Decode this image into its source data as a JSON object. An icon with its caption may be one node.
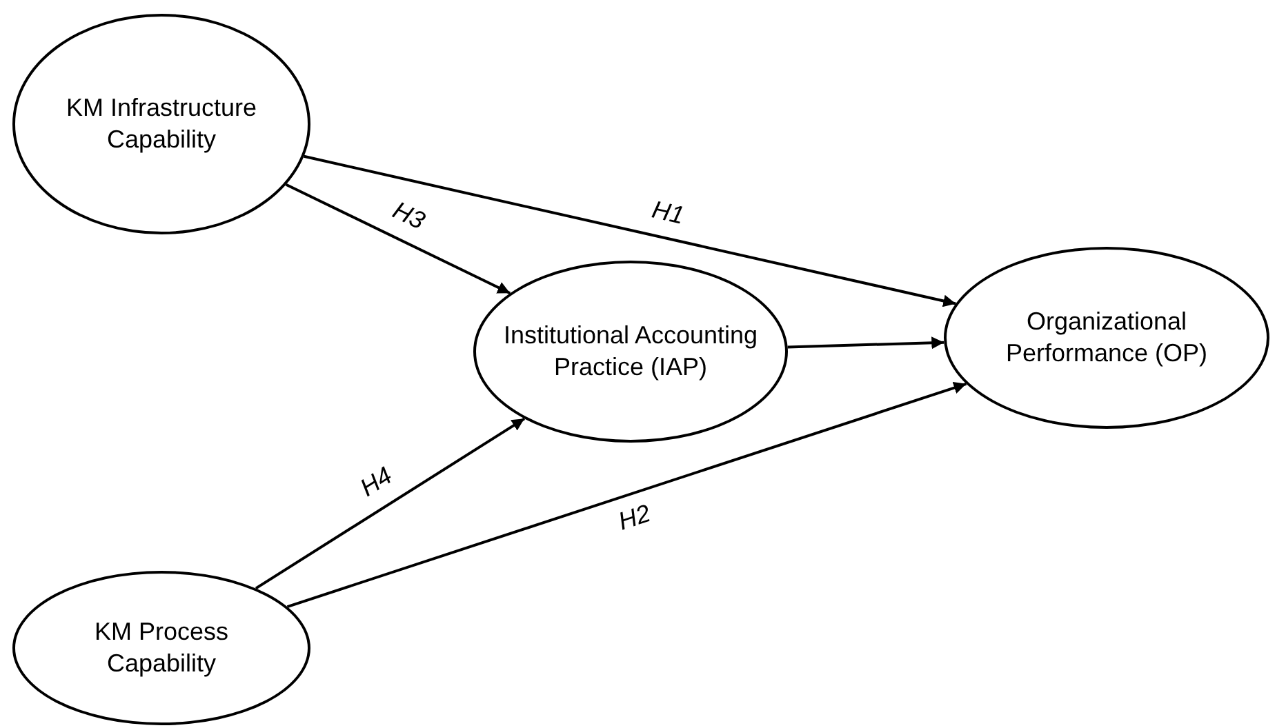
{
  "diagram": {
    "nodes": [
      {
        "text": [
          "KM Infrastructure Capability"
        ]
      },
      {
        "text": [
          "Institutional Accounting Practice (IAP)"
        ]
      },
      {
        "text": [
          "Organizational Performance (OP)"
        ]
      },
      {
        "text": [
          "KM Process Capability"
        ]
      }
    ],
    "edges": [
      {
        "from": 0,
        "to": 2,
        "arrow": "to",
        "label": "H1"
      },
      {
        "from": 0,
        "to": 1,
        "arrow": "to",
        "label": "H3"
      },
      {
        "from": 1,
        "to": 2,
        "arrow": "to"
      },
      {
        "from": 3,
        "to": 1,
        "arrow": "to",
        "label": "H4"
      },
      {
        "from": 3,
        "to": 2,
        "arrow": "to",
        "label": "H2"
      }
    ]
  }
}
